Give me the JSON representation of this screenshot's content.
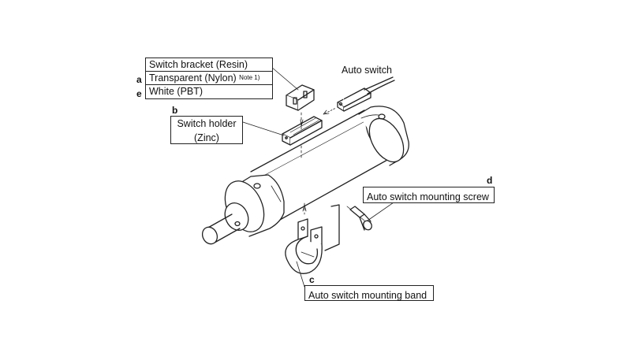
{
  "labels": {
    "switch_bracket": "Switch bracket (Resin)",
    "transparent": "Transparent (Nylon)",
    "transparent_note": "Note 1)",
    "white": "White (PBT)",
    "switch_holder_line1": "Switch holder",
    "switch_holder_line2": "(Zinc)",
    "auto_switch": "Auto switch",
    "mounting_screw": "Auto switch mounting screw",
    "mounting_band": "Auto switch mounting band"
  },
  "letters": {
    "a": "a",
    "b": "b",
    "c": "c",
    "d": "d",
    "e": "e"
  }
}
